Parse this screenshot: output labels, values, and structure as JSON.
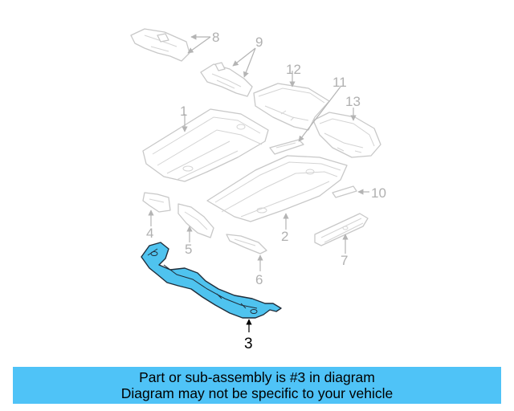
{
  "callouts": [
    "1",
    "2",
    "3",
    "4",
    "5",
    "6",
    "7",
    "8",
    "9",
    "10",
    "11",
    "12",
    "13"
  ],
  "highlighted_part": "3",
  "banner": {
    "line1": "Part or sub-assembly is #3 in diagram",
    "line2": "Diagram may not be specific to your vehicle"
  },
  "colors": {
    "highlight": "#4fc3ef",
    "banner": "#4fc3f7",
    "ghost_line": "#c8c8c8"
  }
}
